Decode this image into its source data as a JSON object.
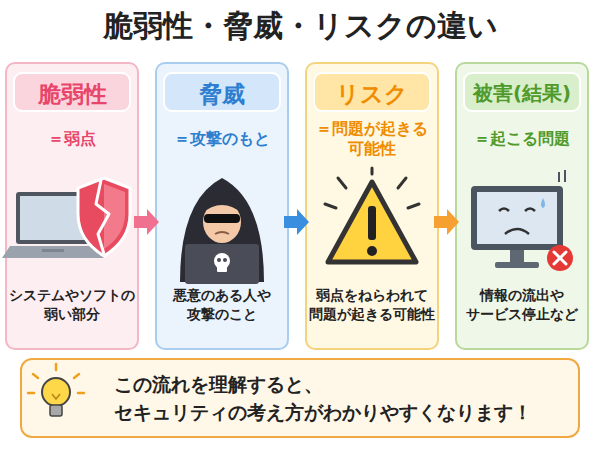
{
  "diagram": {
    "title": "脆弱性・脅威・リスクの違い",
    "nodes": [
      {
        "text": [
          "脆弱性",
          "＝弱点",
          "システムやソフトの 弱い部分"
        ]
      },
      {
        "text": [
          "脅威",
          "＝攻撃のもと",
          "悪意のある人や 攻撃のこと"
        ]
      },
      {
        "text": [
          "リスク",
          "＝問題が起きる 可能性",
          "弱点をねらわれて 問題が起きる可能性"
        ]
      },
      {
        "text": [
          "被害(結果)",
          "＝起こる問題",
          "情報の流出や サービス停止など"
        ]
      },
      {
        "text": [
          "この流れを理解すると、 セキュリティの考え方がわかりやすくなります！"
        ]
      }
    ],
    "edges": [
      {
        "from": 0,
        "to": 1,
        "arrow": "to"
      },
      {
        "from": 1,
        "to": 2,
        "arrow": "to"
      },
      {
        "from": 2,
        "to": 3,
        "arrow": "to"
      }
    ]
  }
}
